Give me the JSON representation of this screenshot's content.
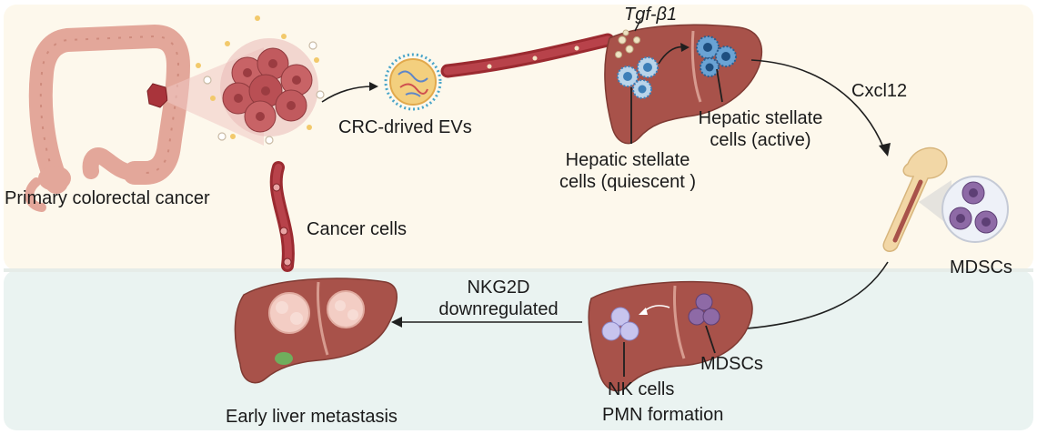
{
  "labels": {
    "primary_cancer": "Primary colorectal cancer",
    "crc_evs": "CRC-drived EVs",
    "tgf": "Tgf-β1",
    "hsc_quiescent_1": "Hepatic stellate",
    "hsc_quiescent_2": "cells (quiescent )",
    "hsc_active_1": "Hepatic stellate",
    "hsc_active_2": "cells (active)",
    "cxcl12": "Cxcl12",
    "mdscs_bone": "MDSCs",
    "cancer_cells": "Cancer cells",
    "nkg2d_1": "NKG2D",
    "nkg2d_2": "downregulated",
    "nk_cells": "NK cells",
    "mdscs_liver": "MDSCs",
    "pmn_formation": "PMN formation",
    "early_metastasis": "Early liver metastasis"
  },
  "colors": {
    "upper_panel": "#fdf8ec",
    "lower_panel": "#eaf3f1",
    "liver": "#a8524a",
    "colon": "#e3a79a",
    "tumor": "#c15a5e",
    "vessel": "#9b2a30",
    "mdsc": "#8e6aa6",
    "nk_cell": "#c7c4ee",
    "hsc": "#3d7fb8",
    "arrow": "#1f1f1f"
  }
}
